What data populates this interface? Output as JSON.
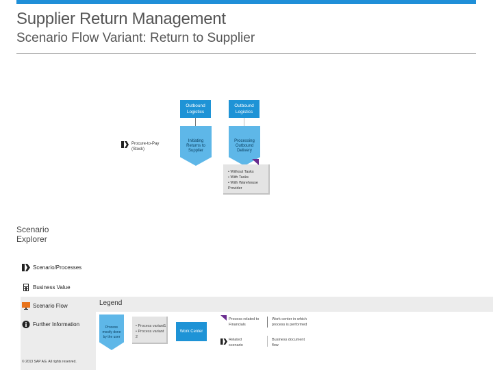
{
  "header": {
    "title": "Supplier Return Management",
    "subtitle": "Scenario Flow Variant: Return to Supplier"
  },
  "colors": {
    "accent": "#1f8fd8",
    "lane": "#1e93d6",
    "step": "#5eb7e8",
    "variant_marker": "#6a2c8f"
  },
  "lanes": [
    {
      "label": "Outbound Logistics"
    },
    {
      "label": "Outbound Logistics"
    }
  ],
  "steps": [
    {
      "label": "Initiating Returns to Supplier"
    },
    {
      "label": "Processing Outbound Delivery"
    }
  ],
  "external_process": {
    "label": "Procure-to-Pay (Stock)",
    "icon": "external-process-icon"
  },
  "variant_options": [
    "• Without Tasks",
    "• With Tasks",
    "• With Warehouse Provider"
  ],
  "explorer": {
    "title_line1": "Scenario",
    "title_line2": "Explorer",
    "items": [
      {
        "label": "Scenario/Processes",
        "icon": "scenario-processes-icon"
      },
      {
        "label": "Business Value",
        "icon": "calculator-icon"
      },
      {
        "label": "Scenario Flow",
        "icon": "monitor-icon",
        "selected": true
      },
      {
        "label": "Further Information",
        "icon": "info-icon"
      }
    ]
  },
  "legend": {
    "title": "Legend",
    "process_step": "Process mostly done by the user",
    "process_variants": [
      "• Process variant1",
      "• Process variant 2"
    ],
    "work_center": "Work Center",
    "process_related": "Process related to Financials",
    "work_center_note": "Work center in which process is performed",
    "related_scenario": "Related scenario",
    "document_flow": "Business document flow"
  },
  "copyright": "© 2013 SAP AG. All rights reserved."
}
